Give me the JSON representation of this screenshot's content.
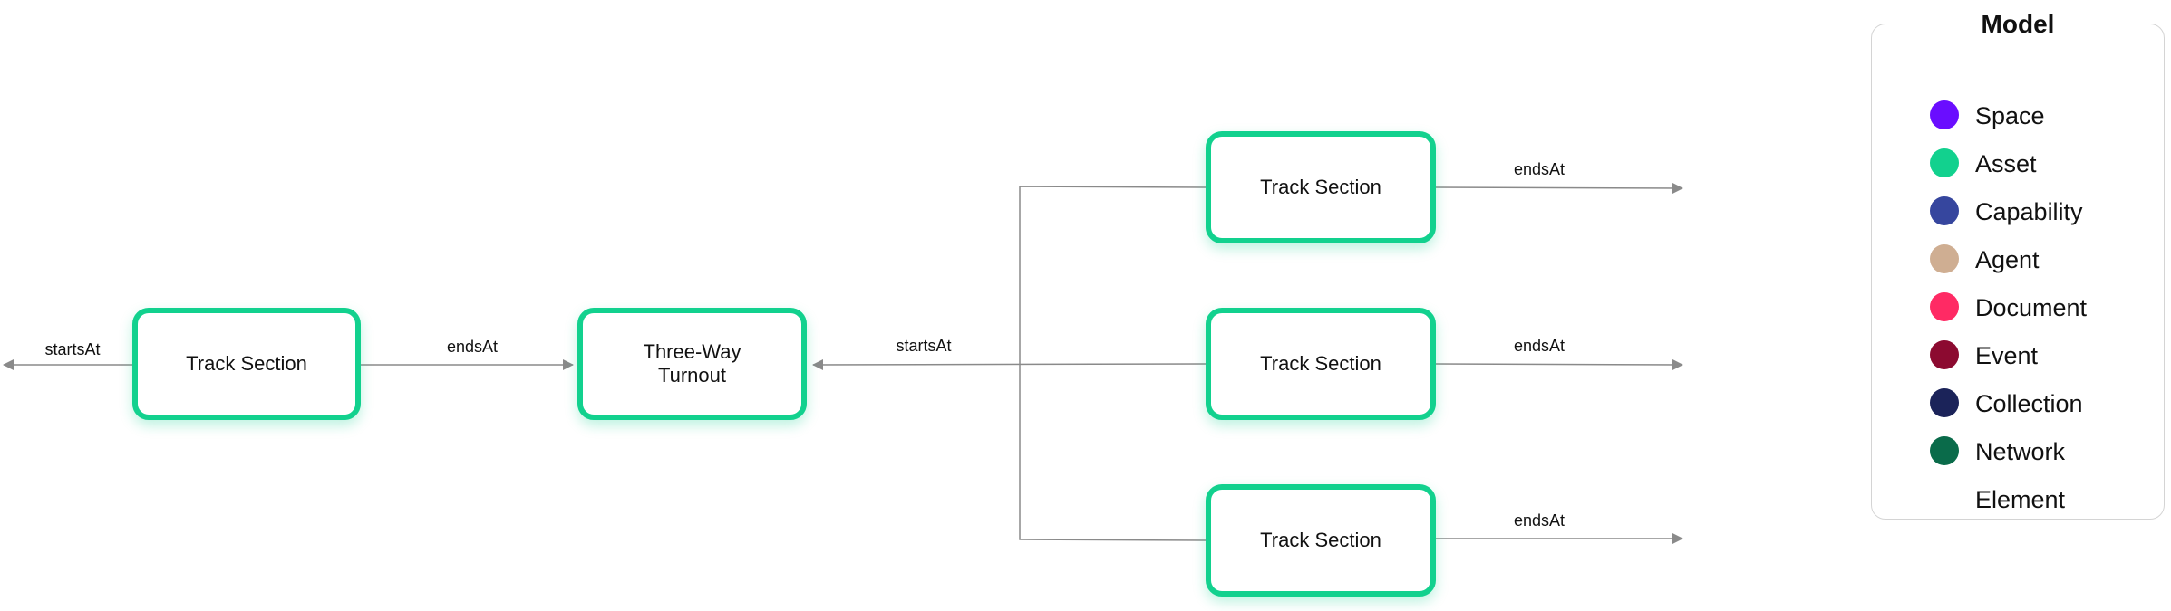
{
  "diagram": {
    "nodes": [
      {
        "id": "ts1",
        "label": "Track Section",
        "type": "Asset"
      },
      {
        "id": "turnout",
        "label": "Three-Way\nTurnout",
        "type": "Asset"
      },
      {
        "id": "ts2",
        "label": "Track Section",
        "type": "Asset"
      },
      {
        "id": "ts3",
        "label": "Track Section",
        "type": "Asset"
      },
      {
        "id": "ts4",
        "label": "Track Section",
        "type": "Asset"
      }
    ],
    "edges": [
      {
        "from": "ts1",
        "to": "outside",
        "label": "startsAt"
      },
      {
        "from": "ts1",
        "to": "turnout",
        "label": "endsAt"
      },
      {
        "from": "ts2",
        "to": "turnout",
        "label": "startsAt"
      },
      {
        "from": "ts3",
        "to": "turnout",
        "label": ""
      },
      {
        "from": "ts4",
        "to": "turnout",
        "label": ""
      },
      {
        "from": "ts2",
        "to": "outside",
        "label": "endsAt"
      },
      {
        "from": "ts3",
        "to": "outside",
        "label": "endsAt"
      },
      {
        "from": "ts4",
        "to": "outside",
        "label": "endsAt"
      }
    ],
    "colors": {
      "asset_border": "#12d18e",
      "edge": "#8a8a8a"
    }
  },
  "legend": {
    "title": "Model",
    "items": [
      {
        "label": "Space",
        "color": "#6a0dff"
      },
      {
        "label": "Asset",
        "color": "#12d18e"
      },
      {
        "label": "Capability",
        "color": "#36469e"
      },
      {
        "label": "Agent",
        "color": "#cfae92"
      },
      {
        "label": "Document",
        "color": "#ff2a64"
      },
      {
        "label": "Event",
        "color": "#8c0a30"
      },
      {
        "label": "Collection",
        "color": "#1b2359"
      },
      {
        "label": "Network",
        "color": "#0a6b4a"
      },
      {
        "label": "Element",
        "color": ""
      }
    ]
  }
}
